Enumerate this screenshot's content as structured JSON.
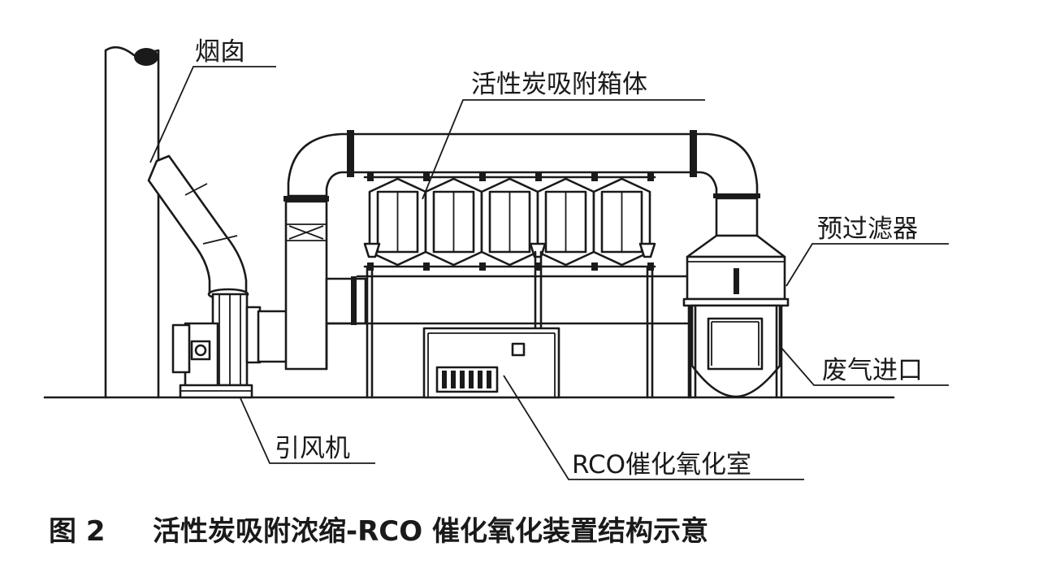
{
  "labels": {
    "chimney": "烟囱",
    "adsorption_box": "活性炭吸附箱体",
    "prefilter": "预过滤器",
    "waste_gas_inlet": "废气进口",
    "fan": "引风机",
    "rco_chamber": "RCO催化氧化室"
  },
  "caption": {
    "figure_no": "图 2",
    "title": "活性炭吸附浓缩-RCO 催化氧化装置结构示意"
  }
}
